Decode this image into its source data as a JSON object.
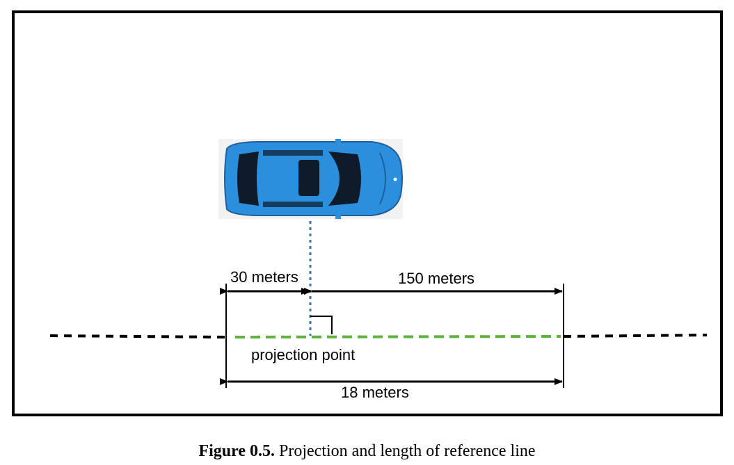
{
  "labels": {
    "left_distance": "30 meters",
    "right_distance": "150 meters",
    "projection": "projection point",
    "total_length": "18 meters"
  },
  "caption": {
    "number": "Figure 0.5.",
    "text": "Projection and length of reference line"
  },
  "colors": {
    "frame": "#000000",
    "reference_line": "#000000",
    "projected_segment": "#5fb23f",
    "projection_dotted": "#3e6fa8",
    "car_body": "#2b8fde",
    "car_glass": "#0d1a2a"
  },
  "icons": {
    "vehicle": "car-top-view-icon"
  }
}
